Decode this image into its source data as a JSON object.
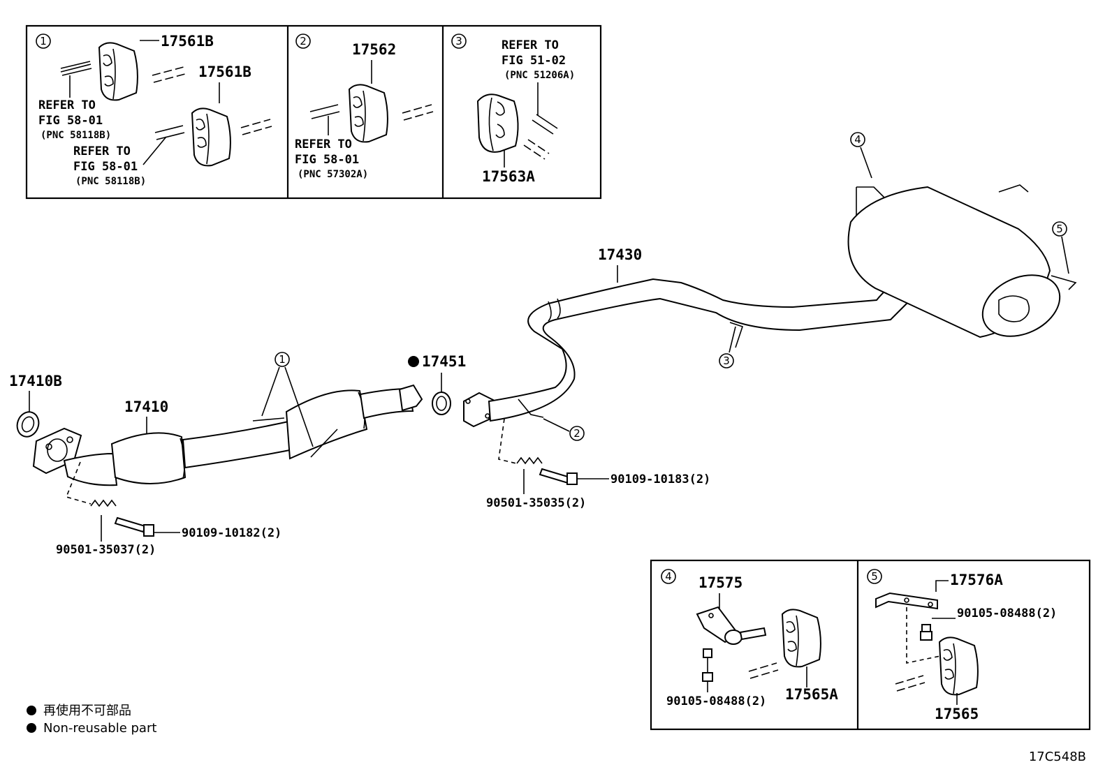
{
  "insets": [
    {
      "num": "1",
      "labels": [
        "17561B",
        "17561B"
      ],
      "refs": [
        {
          "line1": "REFER TO",
          "line2": "FIG 58-01",
          "line3": "(PNC 58118B)"
        },
        {
          "line1": "REFER TO",
          "line2": "FIG 58-01",
          "line3": "(PNC 58118B)"
        }
      ]
    },
    {
      "num": "2",
      "labels": [
        "17562"
      ],
      "refs": [
        {
          "line1": "REFER TO",
          "line2": "FIG 58-01",
          "line3": "(PNC 57302A)"
        }
      ]
    },
    {
      "num": "3",
      "labels": [
        "17563A"
      ],
      "refs": [
        {
          "line1": "REFER TO",
          "line2": "FIG 51-02",
          "line3": "(PNC 51206A)"
        }
      ]
    },
    {
      "num": "4",
      "labels": [
        "17575",
        "90105-08488(2)",
        "17565A"
      ]
    },
    {
      "num": "5",
      "labels": [
        "17576A",
        "90105-08488(2)",
        "17565"
      ]
    }
  ],
  "main_labels": {
    "gasket_front": "17410B",
    "front_pipe": "17410",
    "gasket_mid": "17451",
    "tail_pipe": "17430",
    "bolt_front": "90109-10182(2)",
    "spring_front": "90501-35037(2)",
    "bolt_mid": "90109-10183(2)",
    "spring_mid": "90501-35035(2)"
  },
  "callouts": [
    "1",
    "2",
    "3",
    "4",
    "5"
  ],
  "legend": {
    "line1": "再使用不可部品",
    "line2": "Non-reusable part"
  },
  "figure_code": "17C548B"
}
